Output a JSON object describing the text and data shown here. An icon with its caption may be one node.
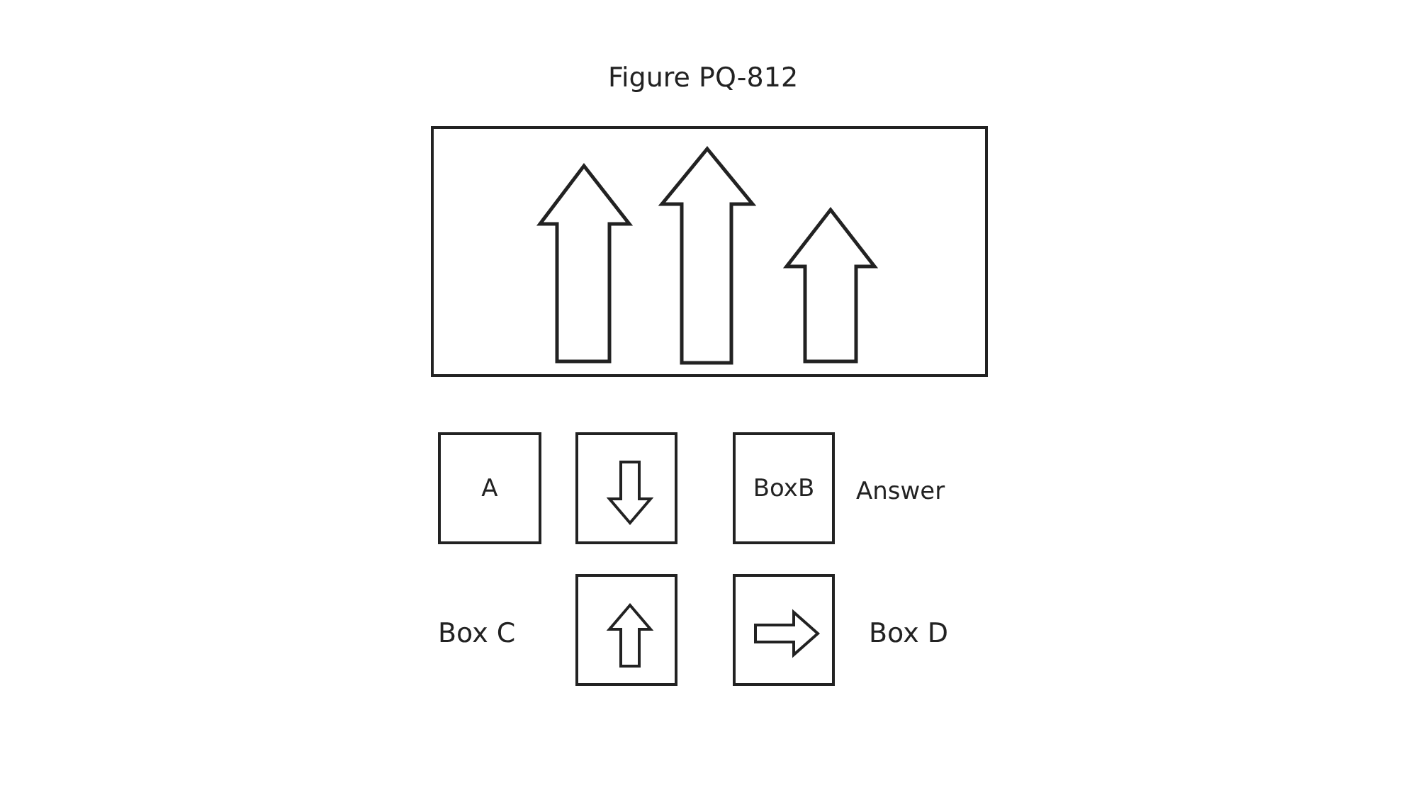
{
  "diagram": {
    "title": "Figure PQ-812",
    "nodes": [
      {
        "text": [],
        "shape": "box"
      },
      {
        "text": [
          "A"
        ]
      },
      {
        "text": [],
        "shape": "box"
      },
      {
        "text": [
          "BoxB"
        ]
      },
      {
        "text": [],
        "shape": "box"
      },
      {
        "text": [],
        "shape": "box"
      }
    ],
    "labels": [
      "Answer",
      "Box C",
      "Box D"
    ]
  }
}
